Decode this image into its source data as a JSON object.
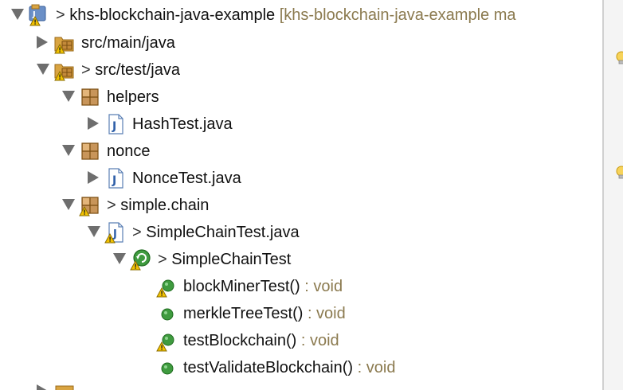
{
  "project": {
    "name": "khs-blockchain-java-example",
    "decoration": "[khs-blockchain-java-example ma",
    "dirty_marker": ">"
  },
  "tree": {
    "src_main": {
      "label": "src/main/java"
    },
    "src_test": {
      "label": "src/test/java",
      "dirty_marker": ">"
    },
    "pkg_helpers": {
      "label": "helpers"
    },
    "file_hashtest": {
      "label": "HashTest.java"
    },
    "pkg_nonce": {
      "label": "nonce"
    },
    "file_noncetest": {
      "label": "NonceTest.java"
    },
    "pkg_simplechain": {
      "label": "simple.chain",
      "dirty_marker": ">"
    },
    "file_simplechaintest": {
      "label": "SimpleChainTest.java",
      "dirty_marker": ">"
    },
    "class_simplechaintest": {
      "label": "SimpleChainTest",
      "dirty_marker": ">"
    },
    "methods": [
      {
        "name": "blockMinerTest()",
        "type": " : void",
        "warning": true
      },
      {
        "name": "merkleTreeTest()",
        "type": " : void",
        "warning": false
      },
      {
        "name": "testBlockchain()",
        "type": " : void",
        "warning": true
      },
      {
        "name": "testValidateBlockchain()",
        "type": " : void",
        "warning": false
      }
    ]
  },
  "icons": {
    "project": "java-project-icon",
    "source_folder": "source-folder-icon",
    "package": "package-icon",
    "java_file": "java-file-icon",
    "test_class": "junit-test-class-icon",
    "method": "public-method-icon",
    "warning": "warning-overlay-icon",
    "hint": "lightbulb-icon"
  },
  "colors": {
    "decoration": "#8b7a4f",
    "method_green": "#3f9b3f",
    "package_brown": "#b8894a",
    "warning_yellow": "#f2c200"
  }
}
